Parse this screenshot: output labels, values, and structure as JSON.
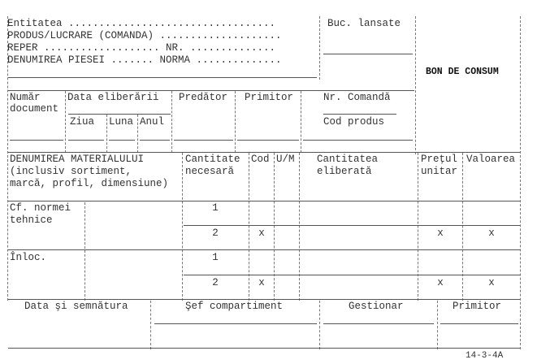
{
  "header": {
    "entitatea": "Entitatea ..................................",
    "produs": "PRODUS/LUCRARE (COMANDA) ....................",
    "reper": "REPER ................... NR. ..............",
    "denumirea_piesei": "DENUMIREA PIESEI ....... NORMA ..............",
    "buc_lansate": "Buc. lansate",
    "title": "BON DE CONSUM"
  },
  "doc_row": {
    "numar_l1": "Număr",
    "numar_l2": "document",
    "data_eliberarii": "Data eliberării",
    "ziua": "Ziua",
    "luna": "Luna",
    "anul": "Anul",
    "predator": "Predător",
    "primitor": "Primitor",
    "nr_comanda": "Nr. Comandă",
    "cod_produs": "Cod produs"
  },
  "table_header": {
    "den_l1": "DENUMIREA MATERIALULUI",
    "den_l2": "(inclusiv sortiment,",
    "den_l3": "marcă, profil, dimensiune)",
    "cant_nec_l1": "Cantitate",
    "cant_nec_l2": "necesară",
    "cod": "Cod",
    "um": "U/M",
    "cant_elib_l1": "Cantitatea",
    "cant_elib_l2": "eliberată",
    "pret_l1": "Preţul",
    "pret_l2": "unitar",
    "valoarea": "Valoarea"
  },
  "rows": {
    "cf_l1": "Cf. normei",
    "cf_l2": "tehnice",
    "inloc": "Înloc.",
    "n1": "1",
    "n2": "2",
    "x": "x"
  },
  "footer": {
    "data_semnatura": "Data şi semnătura",
    "sef": "Şef compartiment",
    "gestionar": "Gestionar",
    "primitor": "Primitor",
    "form_code": "14-3-4A"
  }
}
